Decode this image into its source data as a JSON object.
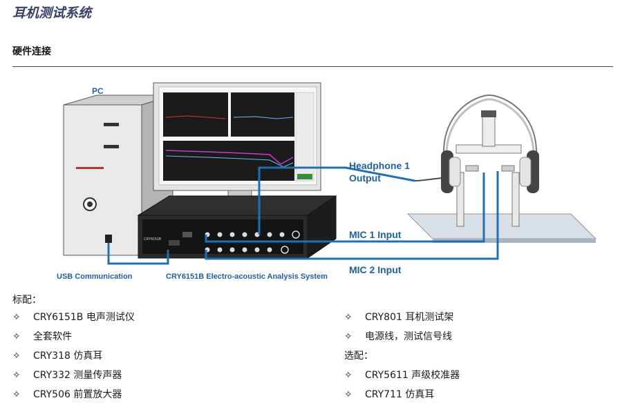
{
  "title": "耳机测试系统",
  "section_heading": "硬件连接",
  "diagram": {
    "pc_label": "PC",
    "headphone_output_label_line1": "Headphone 1",
    "headphone_output_label_line2": "Output",
    "mic1_label": "MIC 1 Input",
    "mic2_label": "MIC 2 Input",
    "usb_label": "USB Communication",
    "system_label": "CRY6151B Electro-acoustic Analysis System",
    "device_brand": "CRY6151B",
    "cable_color": "#1f6fb2"
  },
  "standard_heading": "标配：",
  "standard_left": [
    "CRY6151B 电声测试仪",
    "全套软件",
    "CRY318 仿真耳",
    "CRY332 测量传声器",
    "CRY506 前置放大器"
  ],
  "standard_right": [
    "CRY801 耳机测试架",
    "电源线，测试信号线"
  ],
  "optional_heading": "选配：",
  "optional_items": [
    "CRY5611 声级校准器",
    "CRY711 仿真耳"
  ],
  "bullet_symbol": "✧"
}
